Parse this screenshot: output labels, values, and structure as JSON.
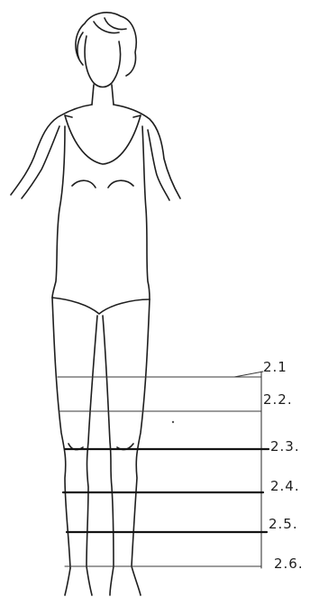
{
  "measurement_levels": [
    {
      "label": "2.1"
    },
    {
      "label": "2.2."
    },
    {
      "label": "2.3."
    },
    {
      "label": "2.4."
    },
    {
      "label": "2.5."
    },
    {
      "label": "2.6."
    }
  ]
}
